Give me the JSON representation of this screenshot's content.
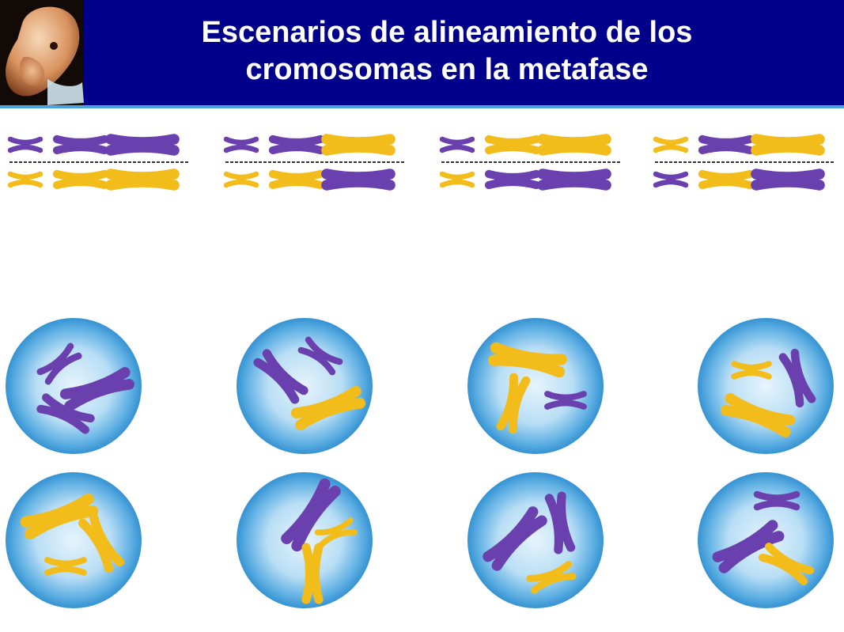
{
  "title": {
    "line1": "Escenarios de alineamiento de los",
    "line2": "cromosomas en la metafase"
  },
  "colors": {
    "header_bg": "#00008b",
    "header_line": "#4aa3df",
    "title_text": "#ffffff",
    "purple_chromosome": "#6a3fae",
    "yellow_chromosome": "#f2bc1b",
    "cell_edge": "#3e9bd6",
    "cell_center": "#dff0fb",
    "metaphase_line": "#333333"
  },
  "images": {
    "header_photo": "human-embryo-photo"
  },
  "scenarios": [
    {
      "top": [
        "purple",
        "purple",
        "purple"
      ],
      "bottom": [
        "yellow",
        "yellow",
        "yellow"
      ]
    },
    {
      "top": [
        "purple",
        "purple",
        "yellow"
      ],
      "bottom": [
        "yellow",
        "yellow",
        "purple"
      ]
    },
    {
      "top": [
        "purple",
        "yellow",
        "yellow"
      ],
      "bottom": [
        "yellow",
        "purple",
        "purple"
      ]
    },
    {
      "top": [
        "yellow",
        "purple",
        "yellow"
      ],
      "bottom": [
        "purple",
        "yellow",
        "purple"
      ]
    }
  ],
  "daughter_cells": [
    {
      "cell": 1,
      "chromosomes": [
        "purple",
        "purple",
        "purple"
      ]
    },
    {
      "cell": 2,
      "chromosomes": [
        "purple",
        "purple",
        "yellow"
      ]
    },
    {
      "cell": 3,
      "chromosomes": [
        "yellow",
        "yellow",
        "purple"
      ]
    },
    {
      "cell": 4,
      "chromosomes": [
        "yellow",
        "purple",
        "yellow"
      ]
    },
    {
      "cell": 5,
      "chromosomes": [
        "yellow",
        "yellow",
        "yellow"
      ]
    },
    {
      "cell": 6,
      "chromosomes": [
        "purple",
        "yellow",
        "yellow"
      ]
    },
    {
      "cell": 7,
      "chromosomes": [
        "purple",
        "purple",
        "yellow"
      ]
    },
    {
      "cell": 8,
      "chromosomes": [
        "purple",
        "purple",
        "yellow"
      ]
    }
  ]
}
